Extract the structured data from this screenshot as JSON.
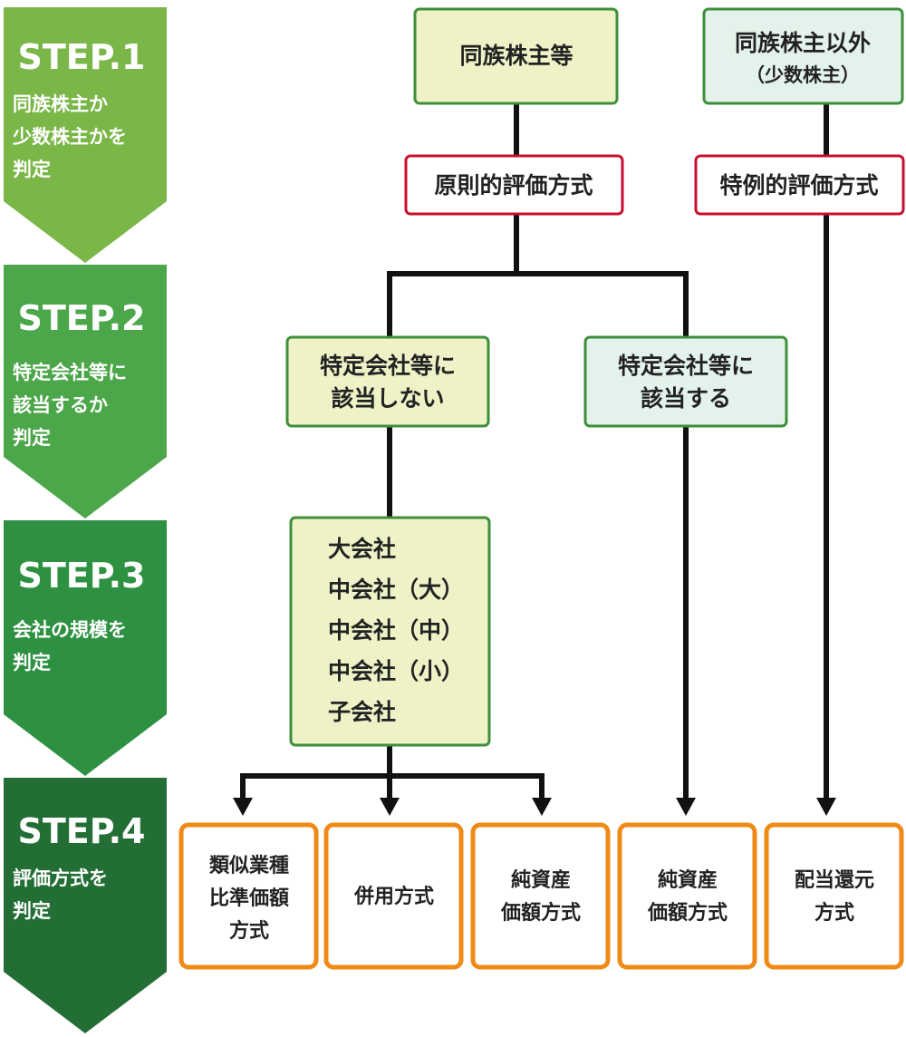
{
  "steps": [
    {
      "title": "STEP.1",
      "desc": [
        "同族株主か",
        "少数株主かを",
        "判定"
      ],
      "color": "#7ab648"
    },
    {
      "title": "STEP.2",
      "desc": [
        "特定会社等に",
        "該当するか",
        "判定"
      ],
      "color": "#4ca64a"
    },
    {
      "title": "STEP.3",
      "desc": [
        "会社の規模を",
        "判定"
      ],
      "color": "#2e9142"
    },
    {
      "title": "STEP.4",
      "desc": [
        "評価方式を",
        "判定"
      ],
      "color": "#236e35"
    }
  ],
  "nodes": {
    "family": {
      "lines": [
        "同族株主等"
      ]
    },
    "nonfamily": {
      "lines": [
        "同族株主以外"
      ],
      "sub": "（少数株主）"
    },
    "principle": {
      "lines": [
        "原則的評価方式"
      ]
    },
    "special": {
      "lines": [
        "特例的評価方式"
      ]
    },
    "not_specific": {
      "lines": [
        "特定会社等に",
        "該当しない"
      ]
    },
    "specific": {
      "lines": [
        "特定会社等に",
        "該当する"
      ]
    },
    "size": {
      "lines": [
        "大会社",
        "中会社（大）",
        "中会社（中）",
        "中会社（小）",
        "子会社"
      ]
    }
  },
  "methods": [
    {
      "lines": [
        "類似業種",
        "比準価額",
        "方式"
      ]
    },
    {
      "lines": [
        "併用方式"
      ]
    },
    {
      "lines": [
        "純資産",
        "価額方式"
      ]
    },
    {
      "lines": [
        "純資産",
        "価額方式"
      ]
    },
    {
      "lines": [
        "配当還元",
        "方式"
      ]
    }
  ],
  "colors": {
    "yellow_fill": "#eef2c6",
    "mint_fill": "#e3f2ea",
    "green_border": "#3d8f3a",
    "red_border": "#c8102e",
    "orange_border": "#ef8a17",
    "line": "#111111"
  }
}
